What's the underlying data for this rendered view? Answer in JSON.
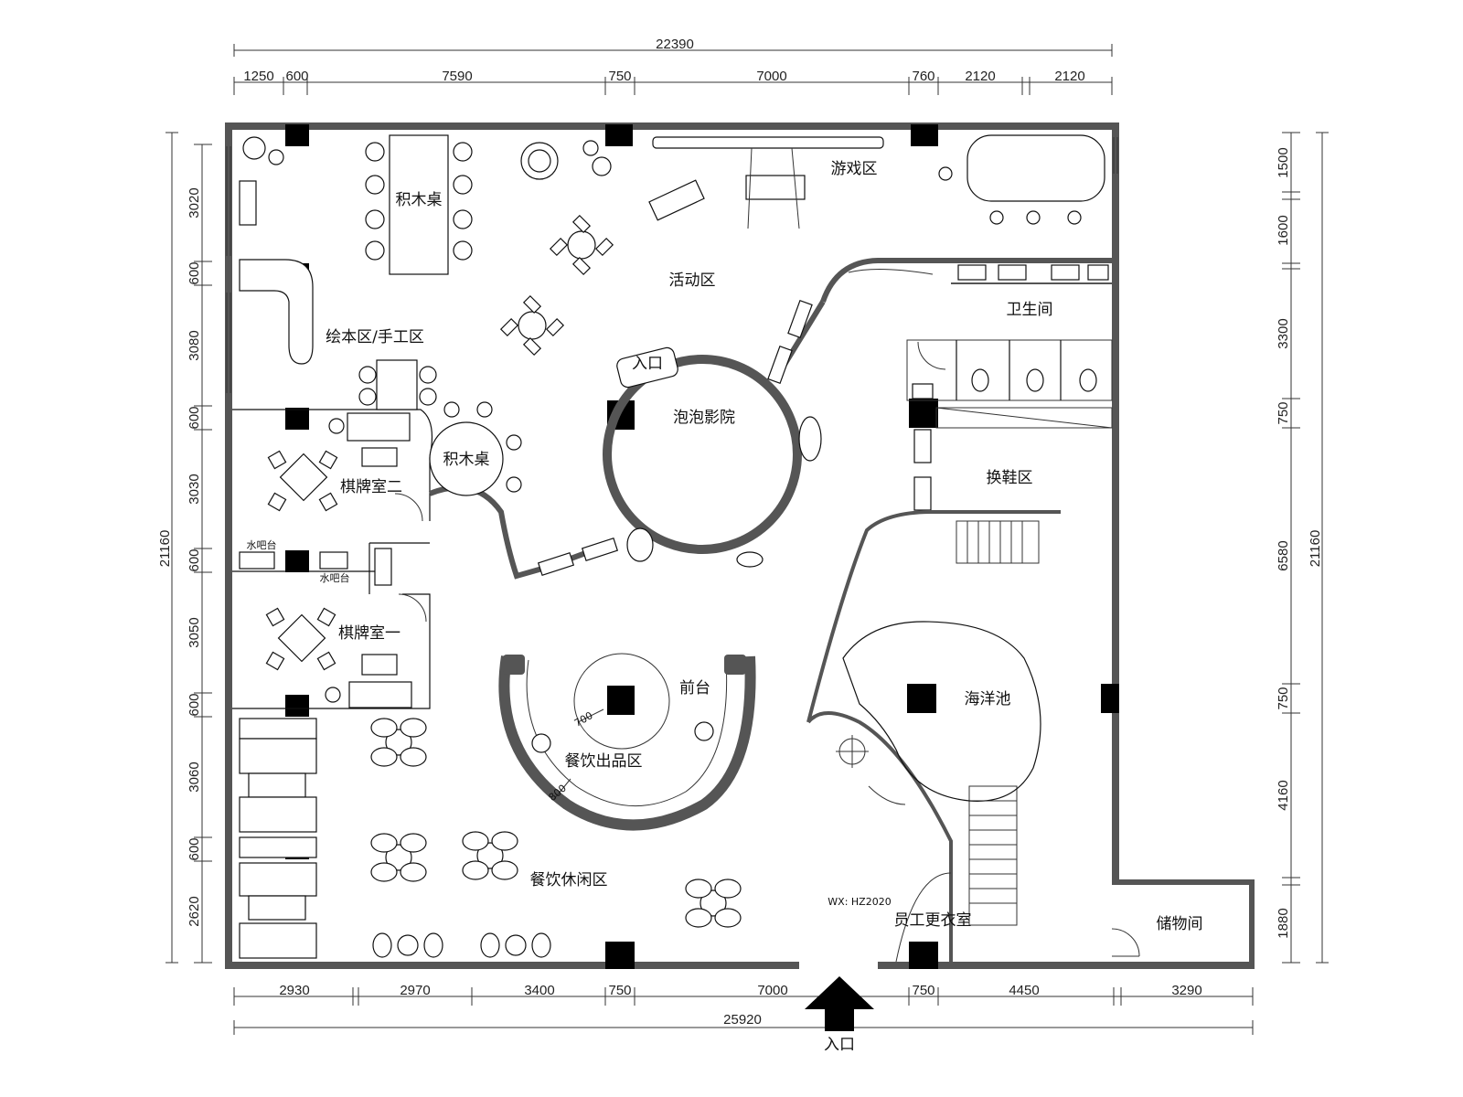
{
  "dimensions": {
    "top_total": "22390",
    "top_segments": [
      "1250",
      "600",
      "7590",
      "750",
      "7000",
      "760",
      "2120",
      "2120"
    ],
    "bottom_segments": [
      "2930",
      "2970",
      "3400",
      "750",
      "7000",
      "750",
      "4450",
      "3290"
    ],
    "bottom_total": "25920",
    "left_total": "21160",
    "left_segments": [
      "3020",
      "600",
      "3080",
      "600",
      "3030",
      "600",
      "3050",
      "600",
      "3060",
      "600",
      "2620"
    ],
    "right_total": "21160",
    "right_segments": [
      "1500",
      "1600",
      "3300",
      "750",
      "6580",
      "750",
      "4160",
      "1880"
    ]
  },
  "rooms": {
    "building_blocks_table": "积木桌",
    "game_area": "游戏区",
    "activity_area": "活动区",
    "picture_book_area": "绘本区/手工区",
    "entrance_inner": "入口",
    "bubble_cinema": "泡泡影院",
    "restroom": "卫生间",
    "building_blocks_table_2": "积木桌",
    "chess_room_2": "棋牌室二",
    "shoe_change_area": "换鞋区",
    "water_bar_1": "水吧台",
    "water_bar_2": "水吧台",
    "chess_room_1": "棋牌室一",
    "front_desk": "前台",
    "ocean_pool": "海洋池",
    "food_output_area": "餐饮出品区",
    "dining_leisure_area": "餐饮休闲区",
    "staff_locker": "员工更衣室",
    "storage": "储物间",
    "entrance_main": "入口",
    "dim_700": "700",
    "dim_800": "800",
    "watermark": "WX: HZ2020"
  }
}
